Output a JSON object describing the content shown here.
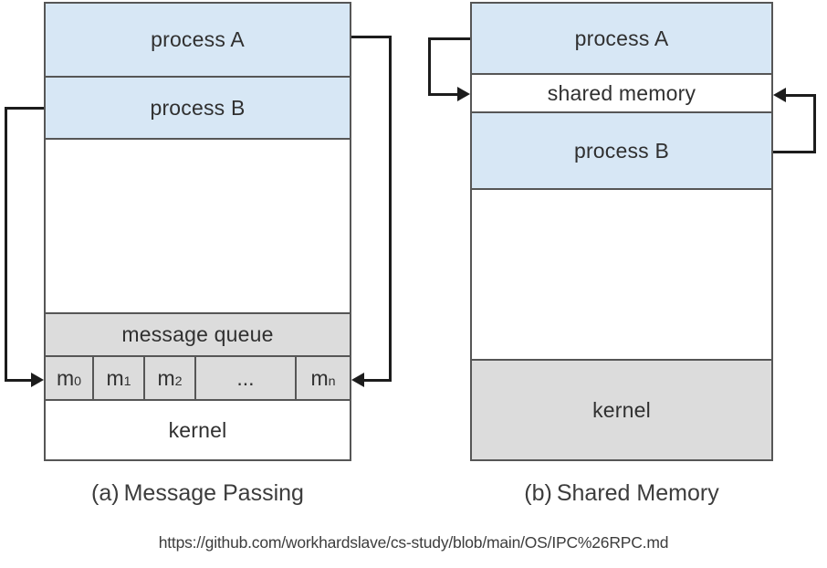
{
  "colors": {
    "box_border": "#565656",
    "process_fill": "#d7e7f5",
    "queue_fill": "#dcdcdc",
    "kernel_fill": "#dcdcdc",
    "arrow": "#1c1c1c",
    "text": "#303030",
    "caption_text": "#3c3c3c",
    "url_text": "#3d3d3d"
  },
  "diagram_a": {
    "process_a": "process A",
    "process_b": "process B",
    "message_queue": "message queue",
    "kernel": "kernel",
    "queue_cells": [
      {
        "label": "m",
        "sub": "0"
      },
      {
        "label": "m",
        "sub": "1"
      },
      {
        "label": "m",
        "sub": "2"
      },
      {
        "label": "...",
        "sub": ""
      },
      {
        "label": "m",
        "sub": "n"
      }
    ],
    "caption_label": "(a)",
    "caption_text": "Message Passing"
  },
  "diagram_b": {
    "process_a": "process A",
    "shared_memory": "shared memory",
    "process_b": "process B",
    "kernel": "kernel",
    "caption_label": "(b)",
    "caption_text": "Shared Memory"
  },
  "source_url": "https://github.com/workhardslave/cs-study/blob/main/OS/IPC%26RPC.md"
}
